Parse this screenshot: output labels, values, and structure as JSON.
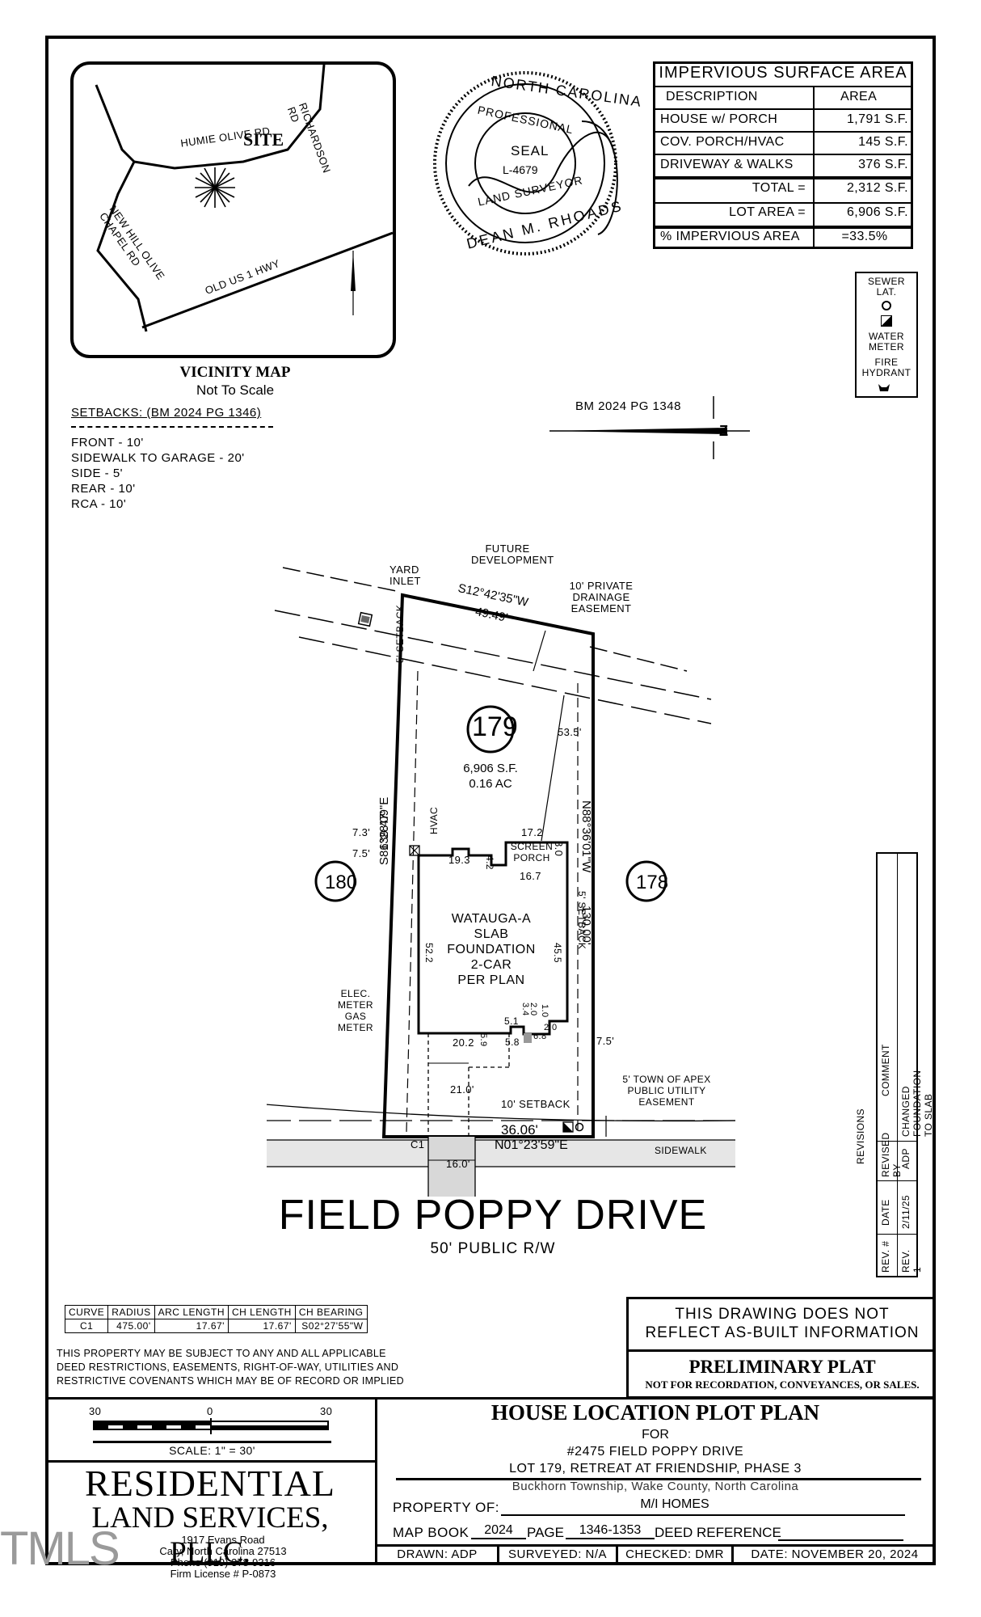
{
  "vicinity": {
    "title": "VICINITY MAP",
    "subtitle": "Not To Scale",
    "roads": [
      "RICHARDSON RD",
      "HUMIE OLIVE RD",
      "NEW HILL OLIVE CHAPEL RD",
      "OLD US 1 HWY"
    ],
    "site_label": "SITE"
  },
  "seal": {
    "top_text": "NORTH CAROLINA",
    "professional": "PROFESSIONAL",
    "seal_word": "SEAL",
    "license": "L-4679",
    "role": "LAND SURVEYOR",
    "name": "DEAN M. RHOADS"
  },
  "impervious": {
    "title": "IMPERVIOUS SURFACE AREA",
    "col_desc": "DESCRIPTION",
    "col_area": "AREA",
    "rows": [
      {
        "desc": "HOUSE w/ PORCH",
        "area": "1,791 S.F."
      },
      {
        "desc": "COV. PORCH/HVAC",
        "area": "145 S.F."
      },
      {
        "desc": "DRIVEWAY & WALKS",
        "area": "376 S.F."
      }
    ],
    "total_label": "TOTAL =",
    "total": "2,312 S.F.",
    "lot_area_label": "LOT AREA =",
    "lot_area": "6,906 S.F.",
    "pct_label": "% IMPERVIOUS AREA",
    "pct": "=33.5%"
  },
  "legend": {
    "sewer": "SEWER LAT.",
    "water": "WATER METER",
    "fire": "FIRE HYDRANT"
  },
  "setbacks": {
    "title": "SETBACKS: (BM 2024 PG 1346)",
    "items": [
      "FRONT - 10'",
      "SIDEWALK TO GARAGE - 20'",
      "SIDE - 5'",
      "REAR - 10'",
      "RCA - 10'"
    ]
  },
  "north": {
    "ref": "BM 2024 PG 1348"
  },
  "plot": {
    "future_dev": "FUTURE DEVELOPMENT",
    "yard_inlet": "YARD INLET",
    "drainage": "10' PRIVATE DRAINAGE EASEMENT",
    "bearing_rear": "S12°42'35\"W",
    "dist_rear": "49.49'",
    "bearing_left": "S86°28'09\"E",
    "dist_left": "139.47'",
    "bearing_right": "N88°36'01\"W",
    "dist_right": "130.00'",
    "bearing_front": "N01°23'59\"E",
    "dist_front": "36.06'",
    "lot_no": "179",
    "lot_sf": "6,906 S.F.",
    "lot_ac": "0.16 AC",
    "lot_left": "180",
    "lot_right": "178",
    "setback_side": "5' SETBACK",
    "setback_front": "10' SETBACK",
    "hvac": "HVAC",
    "screen_porch": "SCREEN PORCH",
    "house_lines": [
      "WATAUGA-A",
      "SLAB",
      "FOUNDATION",
      "2-CAR",
      "PER PLAN"
    ],
    "dims": {
      "d535": "53.5'",
      "d73": "7.3'",
      "d75a": "7.5'",
      "d172": "17.2",
      "d80": "8.0",
      "d193": "19.3",
      "d42": "4.2",
      "d167": "16.7",
      "d522": "52.2",
      "d455": "45.5",
      "d51": "5.1",
      "d34": "3.4",
      "d20a": "2.0",
      "d10": "1.0",
      "d20b": "2.0",
      "d68": "6.8",
      "d59": "5.9",
      "d58": "5.8",
      "d202": "20.2",
      "d75b": "7.5'",
      "d210": "21.0'",
      "d160": "16.0'"
    },
    "meters": "ELEC. METER GAS METER",
    "utility": "5' TOWN OF APEX PUBLIC UTILITY EASEMENT",
    "sidewalk": "SIDEWALK",
    "curve_tag": "C1"
  },
  "street": {
    "name": "FIELD POPPY DRIVE",
    "row": "50' PUBLIC R/W"
  },
  "curve_table": {
    "headers": [
      "CURVE",
      "RADIUS",
      "ARC LENGTH",
      "CH LENGTH",
      "CH BEARING"
    ],
    "row": [
      "C1",
      "475.00'",
      "17.67'",
      "17.67'",
      "S02°27'55\"W"
    ]
  },
  "note": [
    "THIS PROPERTY MAY BE SUBJECT TO ANY AND ALL APPLICABLE",
    "DEED RESTRICTIONS, EASEMENTS, RIGHT-OF-WAY, UTILITIES AND",
    "RESTRICTIVE COVENANTS WHICH MAY BE OF RECORD OR IMPLIED"
  ],
  "revisions": {
    "title": "REVISIONS",
    "headers": [
      "REV. #",
      "DATE",
      "REVISED BY",
      "COMMENT"
    ],
    "row": [
      "REV. 1",
      "2/11/25",
      "ADP",
      "CHANGED FOUNDATION TO SLAB"
    ]
  },
  "disclaimer": [
    "THIS DRAWING DOES NOT",
    "REFLECT AS-BUILT INFORMATION"
  ],
  "prelim": {
    "title": "PRELIMINARY PLAT",
    "sub": "NOT FOR RECORDATION, CONVEYANCES, OR SALES."
  },
  "scale": {
    "left": "30",
    "mid": "0",
    "right": "30",
    "label": "SCALE: 1\" = 30'"
  },
  "company": {
    "name1": "RESIDENTIAL",
    "name2": "LAND SERVICES, PLLC.",
    "addr1": "1917 Evans Road",
    "addr2": "Cary, North Carolina 27513",
    "phone": "Phone (919) 378-9316",
    "license": "Firm License # P-0873"
  },
  "title_block": {
    "title": "HOUSE LOCATION PLOT PLAN",
    "for": "FOR",
    "address": "#2475 FIELD POPPY DRIVE",
    "lot": "LOT 179, RETREAT AT FRIENDSHIP, PHASE 3",
    "location": "Buckhorn Township, Wake County, North Carolina",
    "property_label": "PROPERTY OF:",
    "property": "M/I HOMES",
    "map_book_label": "MAP BOOK",
    "map_book": "2024",
    "page_label": "PAGE",
    "page": "1346-1353",
    "deed_label": "DEED REFERENCE"
  },
  "footer": {
    "drawn": "DRAWN: ADP",
    "surveyed": "SURVEYED: N/A",
    "checked": "CHECKED: DMR",
    "date": "DATE: NOVEMBER 20, 2024"
  },
  "watermark": "TMLS"
}
